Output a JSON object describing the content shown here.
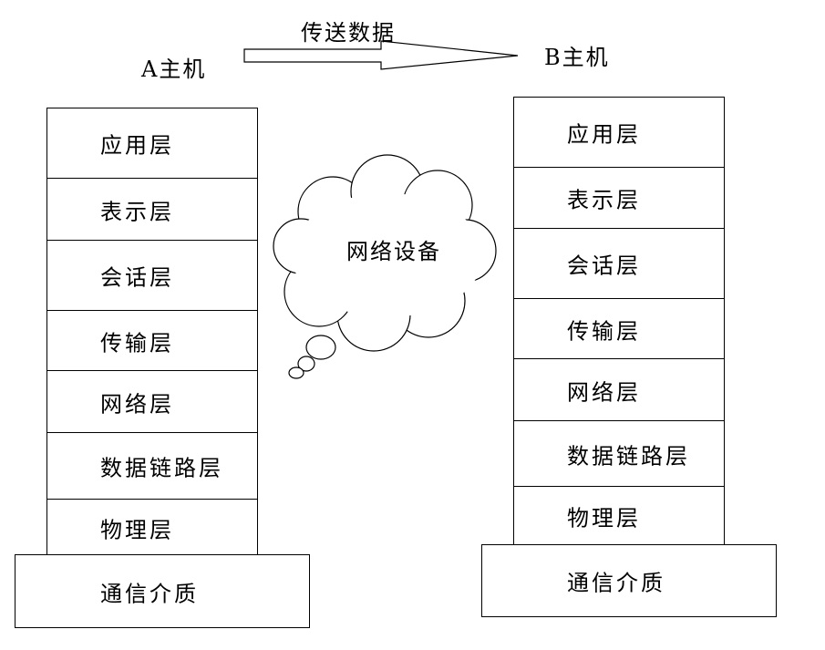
{
  "transfer_label": "传送数据",
  "host_a": {
    "title": "A主机",
    "layers": [
      "应用层",
      "表示层",
      "会话层",
      "传输层",
      "网络层",
      "数据链路层",
      "物理层"
    ],
    "medium": "通信介质"
  },
  "host_b": {
    "title": "B主机",
    "layers": [
      "应用层",
      "表示层",
      "会话层",
      "传输层",
      "网络层",
      "数据链路层",
      "物理层"
    ],
    "medium": "通信介质"
  },
  "network_label": "网络设备"
}
